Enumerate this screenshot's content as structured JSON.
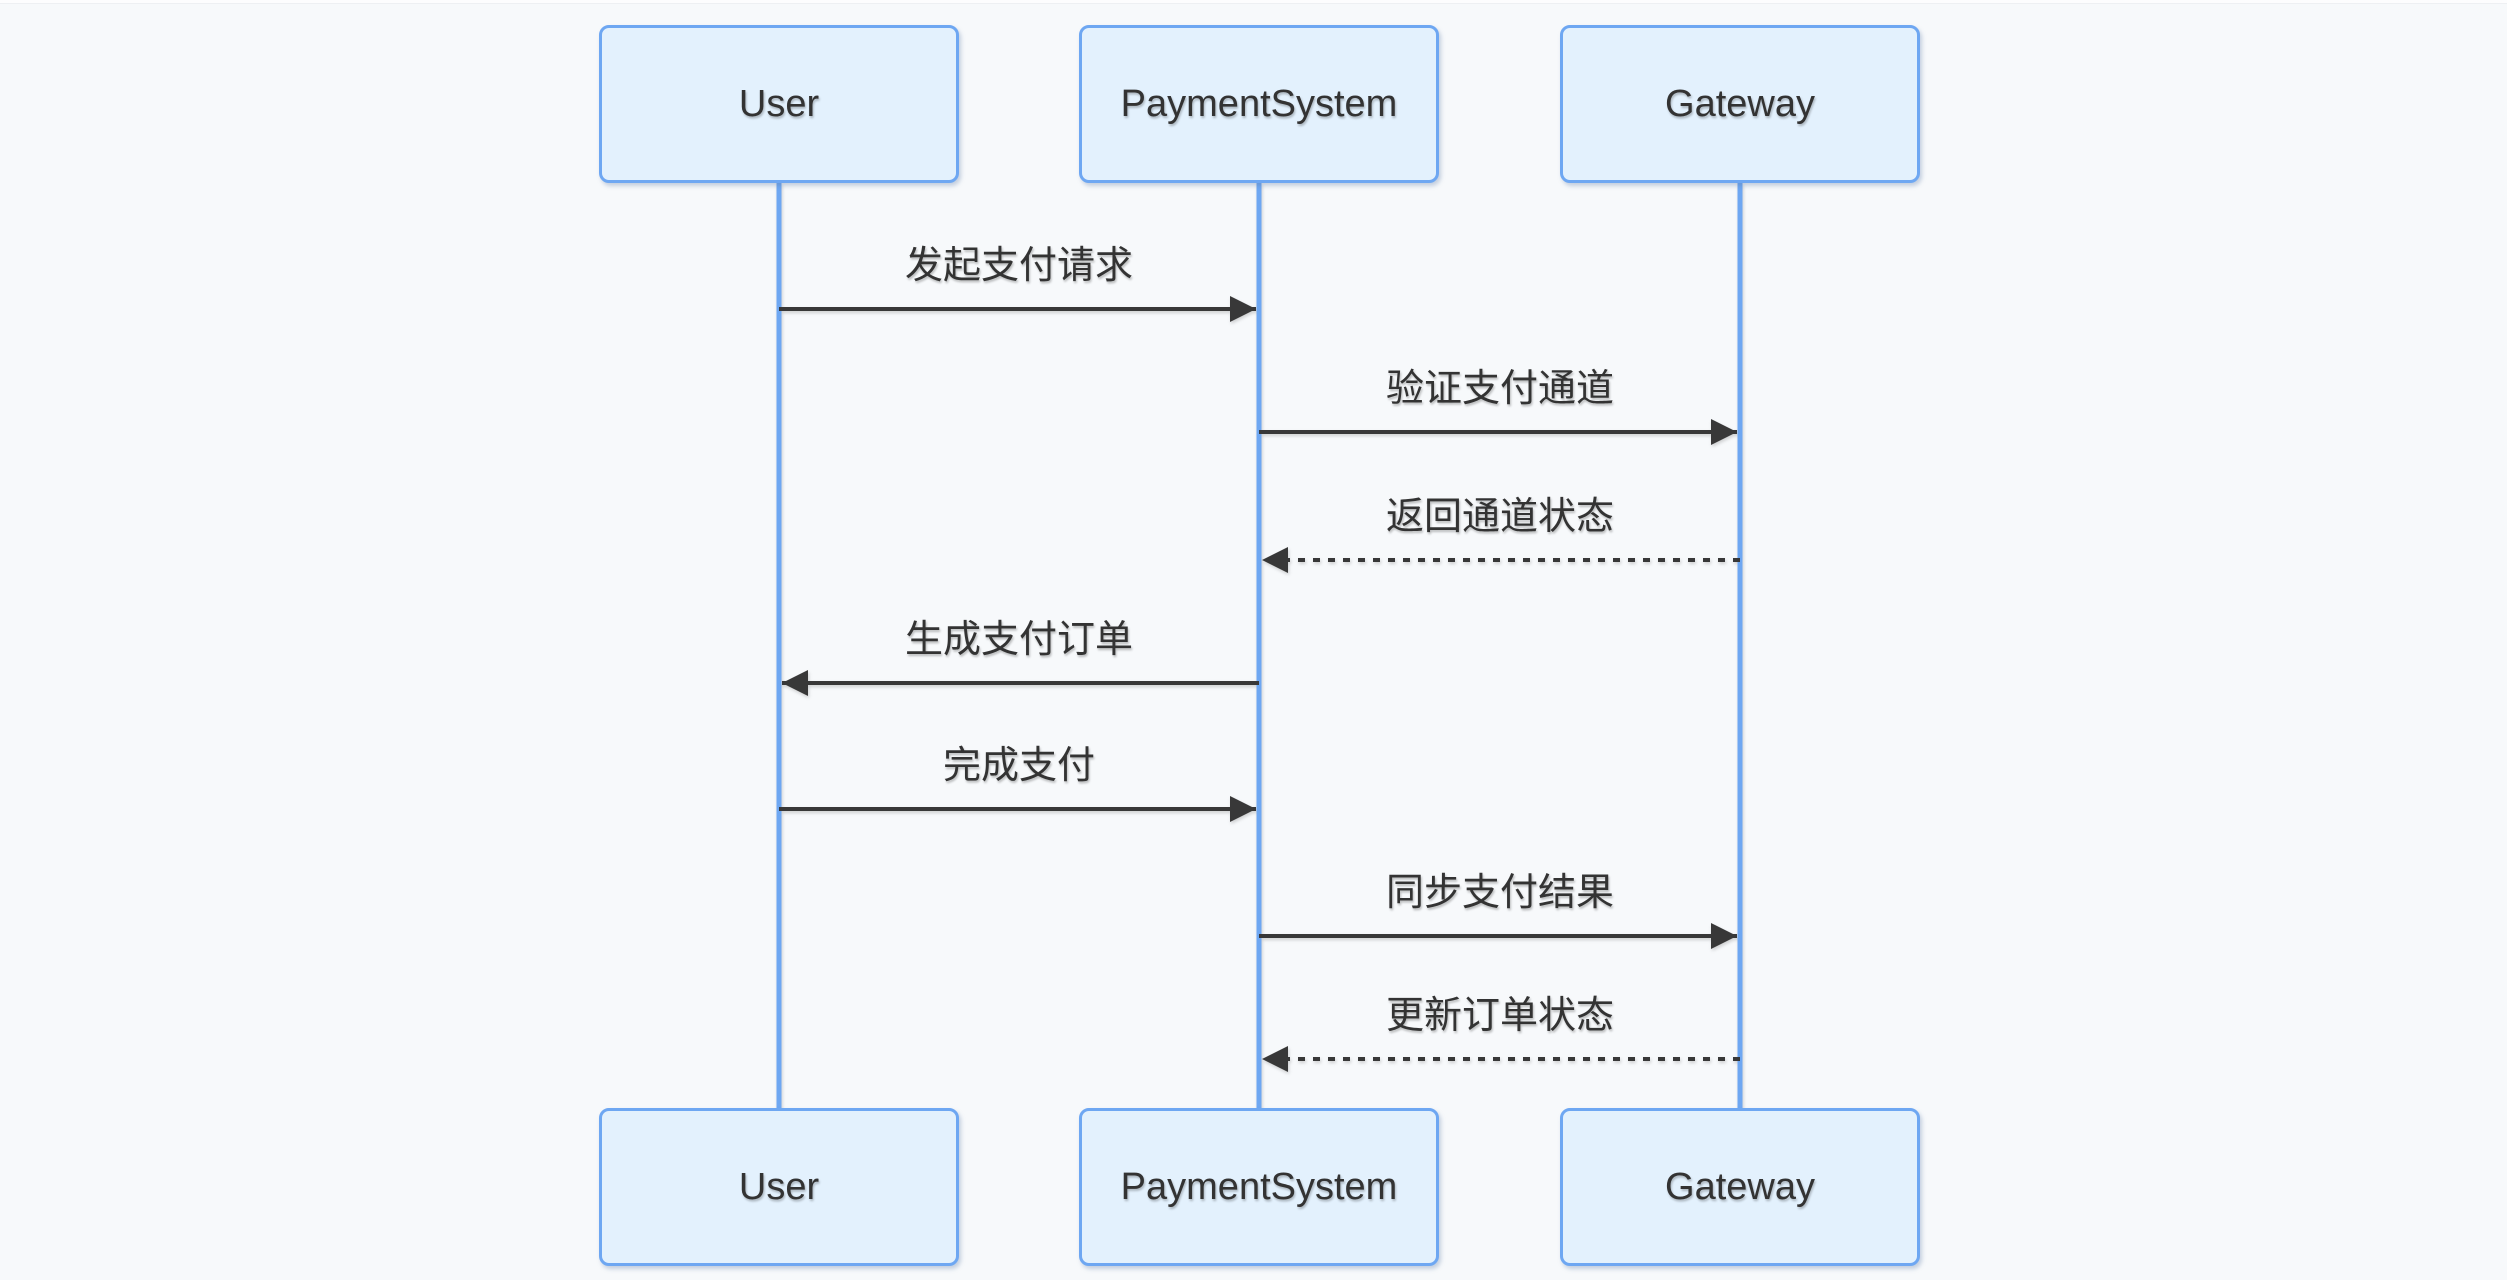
{
  "diagram": {
    "type": "sequence-diagram",
    "actors": [
      {
        "id": "user",
        "label": "User"
      },
      {
        "id": "payment-system",
        "label": "PaymentSystem"
      },
      {
        "id": "gateway",
        "label": "Gateway"
      }
    ],
    "messages": [
      {
        "from": "User",
        "to": "PaymentSystem",
        "label": "发起支付请求",
        "line_style": "solid"
      },
      {
        "from": "PaymentSystem",
        "to": "Gateway",
        "label": "验证支付通道",
        "line_style": "solid"
      },
      {
        "from": "Gateway",
        "to": "PaymentSystem",
        "label": "返回通道状态",
        "line_style": "dashed"
      },
      {
        "from": "PaymentSystem",
        "to": "User",
        "label": "生成支付订单",
        "line_style": "solid"
      },
      {
        "from": "User",
        "to": "PaymentSystem",
        "label": "完成支付",
        "line_style": "solid"
      },
      {
        "from": "PaymentSystem",
        "to": "Gateway",
        "label": "同步支付结果",
        "line_style": "solid"
      },
      {
        "from": "Gateway",
        "to": "PaymentSystem",
        "label": "更新订单状态",
        "line_style": "dashed"
      }
    ],
    "colors": {
      "background": "#f7f9fb",
      "actor_fill": "#e3f1fd",
      "actor_border": "#6ea7f2",
      "lifeline": "#6ea7f2",
      "message_line": "#383838",
      "text": "#333333"
    }
  }
}
